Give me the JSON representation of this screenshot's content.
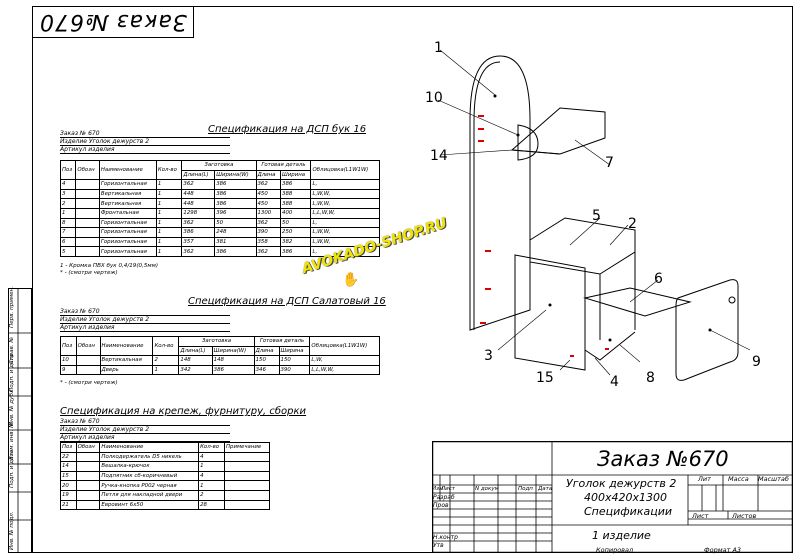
{
  "stamp_rotated": "Заказ №670",
  "watermark": "AVOKADO-SHOP.RU",
  "spec1": {
    "title": "Спецификация на ДСП бук 16",
    "meta": [
      "Заказ № 670",
      "Изделие Уголок дежурств 2",
      "Артикул изделия"
    ],
    "headers": {
      "pos": "Поз",
      "designation": "Обозн",
      "name": "Наименование",
      "qty": "Кол-во",
      "blank": "Заготовка",
      "finished": "Готовая деталь",
      "length": "Длина(L)",
      "width": "Ширина(W)",
      "length2": "Длина",
      "width2": "Ширина",
      "edge": "Облицовка(L1W1W)"
    },
    "rows": [
      [
        "4",
        "",
        "Горизонтальная",
        "1",
        "362",
        "386",
        "362",
        "386",
        "L,"
      ],
      [
        "3",
        "",
        "Вертикальная",
        "1",
        "448",
        "386",
        "450",
        "388",
        "L,W,W,"
      ],
      [
        "2",
        "",
        "Вертикальная",
        "1",
        "448",
        "386",
        "450",
        "388",
        "L,W,W,"
      ],
      [
        "1",
        "",
        "Фронтальная",
        "1",
        "1298",
        "396",
        "1300",
        "400",
        "L,L,W,W,"
      ],
      [
        "8",
        "",
        "Горизонтальная",
        "1",
        "362",
        "50",
        "362",
        "50",
        "L,"
      ],
      [
        "7",
        "",
        "Горизонтальная",
        "1",
        "386",
        "248",
        "390",
        "250",
        "L,W,W,"
      ],
      [
        "6",
        "",
        "Горизонтальная",
        "1",
        "357",
        "381",
        "358",
        "382",
        "L,W,W,"
      ],
      [
        "5",
        "",
        "Горизонтальная",
        "1",
        "362",
        "386",
        "362",
        "386",
        "L,"
      ]
    ],
    "notes": [
      "1 - Кромка ПВХ бук 0,4/19(0,5мм)",
      "* - (смотри чертеж)"
    ]
  },
  "spec2": {
    "title": "Спецификация на ДСП Салатовый 16",
    "meta": [
      "Заказ № 670",
      "Изделие Уголок дежурств 2",
      "Артикул изделия"
    ],
    "rows": [
      [
        "10",
        "",
        "Вертикальная",
        "2",
        "148",
        "148",
        "150",
        "150",
        "L,W,"
      ],
      [
        "9",
        "",
        "Дверь",
        "1",
        "342",
        "386",
        "346",
        "390",
        "L,L,W,W,"
      ]
    ],
    "notes": [
      "* - (смотри чертеж)"
    ]
  },
  "spec3": {
    "title": "Спецификация на крепеж, фурнитуру, сборки",
    "meta": [
      "Заказ № 670",
      "Изделие Уголок дежурств 2",
      "Артикул изделия"
    ],
    "headers": {
      "pos": "Поз",
      "designation": "Обозн",
      "name": "Наименование",
      "qty": "Кол-во",
      "note": "Примечание"
    },
    "rows": [
      [
        "22",
        "",
        "Полкодержатель D5 никель",
        "4",
        ""
      ],
      [
        "14",
        "",
        "Вешалка-крючок",
        "1",
        ""
      ],
      [
        "15",
        "",
        "Подпятник сб-коричневый",
        "4",
        ""
      ],
      [
        "20",
        "",
        "Ручка-кнопка P002 черная",
        "1",
        ""
      ],
      [
        "19",
        "",
        "Петля для накладной двери",
        "2",
        ""
      ],
      [
        "21",
        "",
        "Евровинт 6х50",
        "28",
        ""
      ]
    ]
  },
  "title_block": {
    "title": "Заказ №670",
    "product": "Уголок дежурств 2",
    "dims": "400х420х1300",
    "doc": "Спецификации",
    "qty_note": "1 изделие",
    "lit": "Лит",
    "mass": "Масса",
    "scale": "Масштаб",
    "sheet": "Лист",
    "sheets": "Листов",
    "izm": "Изм",
    "list": "Лист",
    "ndoc": "N докум",
    "podp": "Подп",
    "data": "Дата",
    "razrab": "Разраб",
    "prov": "Пров",
    "nkontr": "Н.контр",
    "utv": "Утв",
    "copied": "Копировал",
    "format": "Формат A3"
  },
  "left_strip": [
    "Перв. примен.",
    "Справ. №",
    "Подп. и дата",
    "Инв. № дубл.",
    "Взам. инв. №",
    "Подп. и дата",
    "Инв. № подл."
  ],
  "callouts": [
    "1",
    "10",
    "14",
    "7",
    "5",
    "2",
    "6",
    "3",
    "4",
    "8",
    "9",
    "15"
  ]
}
